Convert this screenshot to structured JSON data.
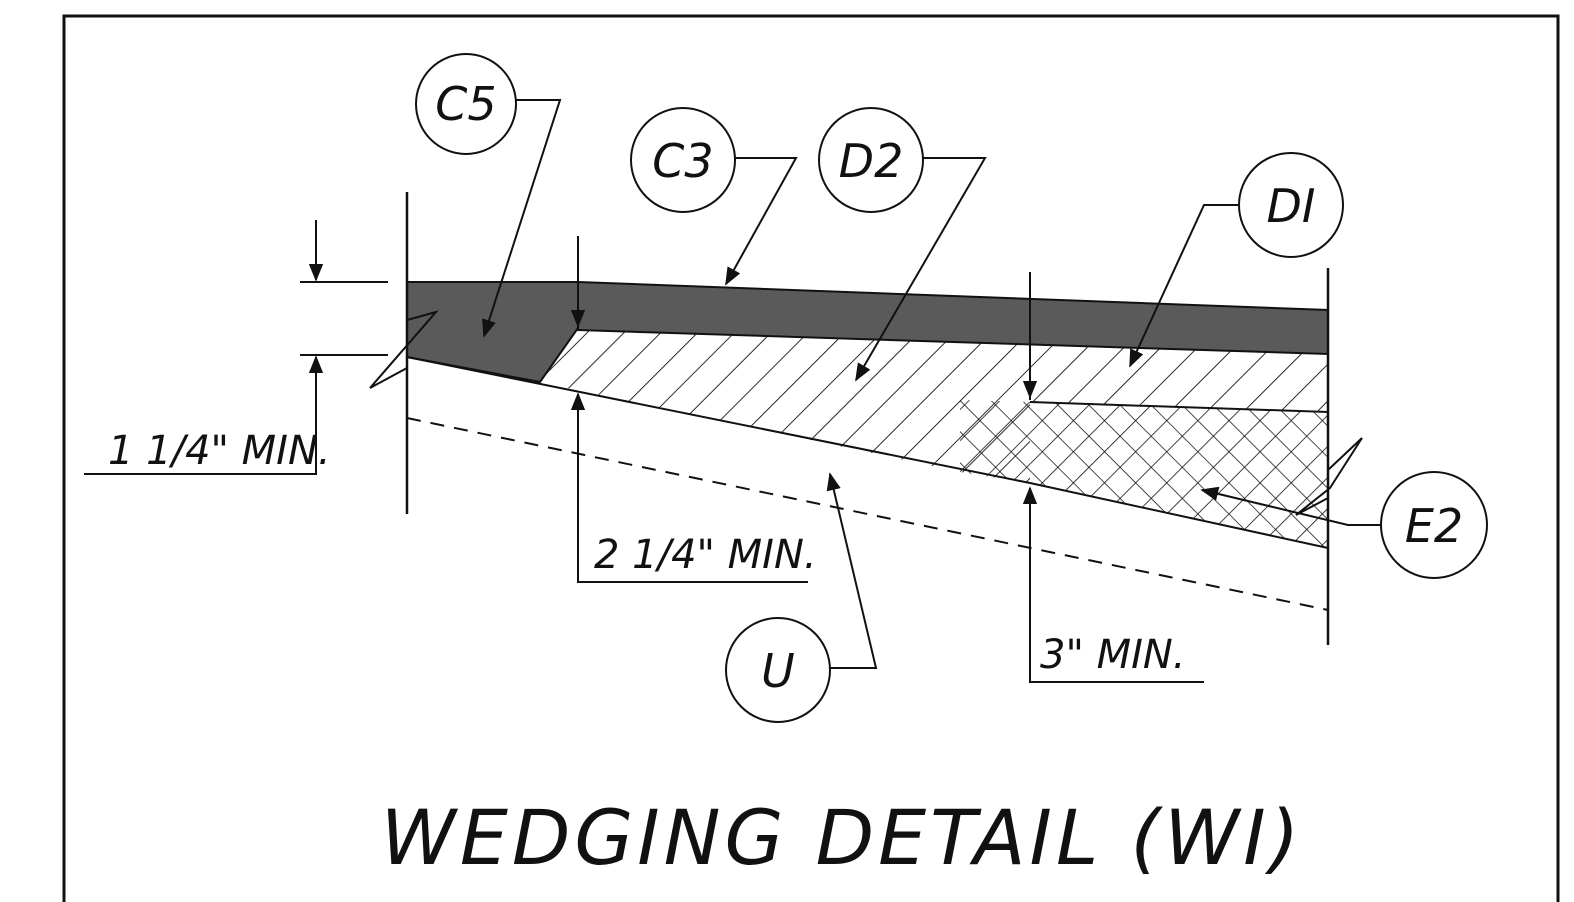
{
  "title": "WEDGING DETAIL (WI)",
  "callouts": {
    "c5": "C5",
    "c3": "C3",
    "d2": "D2",
    "d1": "DI",
    "e2": "E2",
    "u": "U"
  },
  "dimensions": {
    "left": "1 1/4\" MIN.",
    "middle": "2 1/4\" MIN.",
    "right": "3\" MIN."
  },
  "colors": {
    "ink": "#111111",
    "surface_fill": "#5a5a5a",
    "background": "#ffffff"
  }
}
